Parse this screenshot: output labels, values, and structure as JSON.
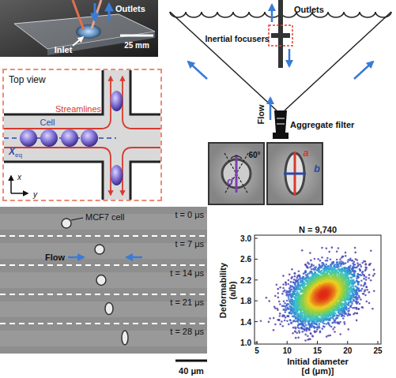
{
  "diagram": {
    "nodes": [
      {
        "text": [
          "Outlets",
          "Inlet",
          "25 mm"
        ]
      },
      {
        "text": [
          "Top view",
          "Cell",
          "Streamlines",
          "X",
          "eq",
          "x",
          "y"
        ]
      },
      {
        "text": [
          "MCF7 cell",
          "t = 0 μs",
          "t = 7 μs",
          "t = 14 μs",
          "t = 21 μs",
          "t = 28 μs",
          "Flow"
        ]
      },
      {
        "text": [
          "d",
          "60°"
        ]
      },
      {
        "text": [
          "a",
          "b"
        ]
      }
    ],
    "labels": [
      "Outlets",
      "Inertial focusers",
      "Flow",
      "Aggregate filter",
      "40 μm",
      "N = 9,740",
      "Deformability (a/b)",
      "Initial diameter [d (μm)]",
      "3.0",
      "2.6",
      "2.2",
      "1.8",
      "1.4",
      "1.0",
      "5",
      "10",
      "15",
      "20",
      "25"
    ]
  }
}
